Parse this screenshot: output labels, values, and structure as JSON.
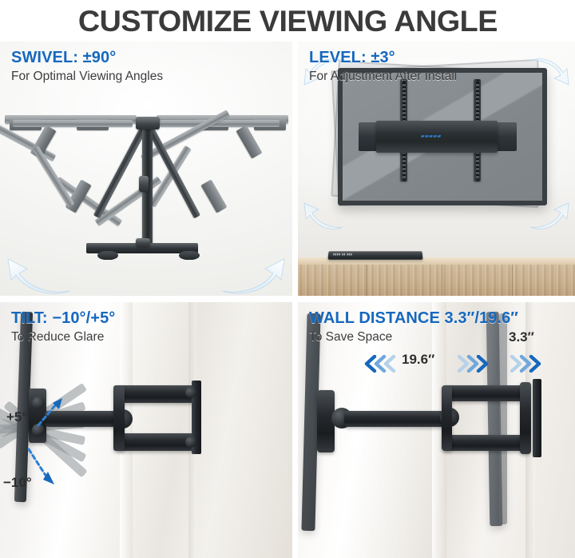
{
  "header": {
    "title": "CUSTOMIZE VIEWING ANGLE"
  },
  "theme": {
    "accent_blue": "#1668bd",
    "heading_text": "#3b3b3b",
    "body_text": "#3c3c3c",
    "arrow_blue": "#2e7fd0",
    "panel_bg": "#f2f2f0",
    "wood": "#c5ab87",
    "metal_dark": "#2b3034"
  },
  "panels": [
    {
      "id": "swivel",
      "heading": "SWIVEL: ±90°",
      "subheading": "For Optimal Viewing Angles",
      "view": "top-down",
      "arrows": [
        {
          "name": "swivel-arrow-left",
          "direction": "up-left",
          "style": "glow-curved"
        },
        {
          "name": "swivel-arrow-right",
          "direction": "up-right",
          "style": "glow-curved"
        }
      ]
    },
    {
      "id": "level",
      "heading": "LEVEL: ±3°",
      "subheading": "For Adjustment After Install",
      "view": "tv-rear",
      "arrows": [
        {
          "name": "level-arrow-top-left",
          "direction": "up-left",
          "style": "glow-curved"
        },
        {
          "name": "level-arrow-top-right",
          "direction": "up-right",
          "style": "glow-curved"
        },
        {
          "name": "level-arrow-bottom-left",
          "direction": "down-left",
          "style": "glow-curved"
        },
        {
          "name": "level-arrow-bottom-right",
          "direction": "down-right",
          "style": "glow-curved"
        }
      ],
      "furniture": "media console with soundbar"
    },
    {
      "id": "tilt",
      "heading": "TILT: −10°/+5°",
      "subheading": "To Reduce Glare",
      "view": "side",
      "labels": [
        {
          "name": "tilt-up-label",
          "text": "+5°",
          "arrow": "dashed up-right"
        },
        {
          "name": "tilt-down-label",
          "text": "−10°",
          "arrow": "dashed down-right"
        }
      ]
    },
    {
      "id": "wall-distance",
      "heading": "WALL DISTANCE 3.3″/19.6″",
      "subheading": "To Save Space",
      "view": "side",
      "measurements": [
        {
          "name": "extended-distance-label",
          "text": "19.6″",
          "chevrons": "triple-left-and-right"
        },
        {
          "name": "retracted-distance-label",
          "text": "3.3″",
          "chevrons": "triple-right"
        }
      ]
    }
  ]
}
